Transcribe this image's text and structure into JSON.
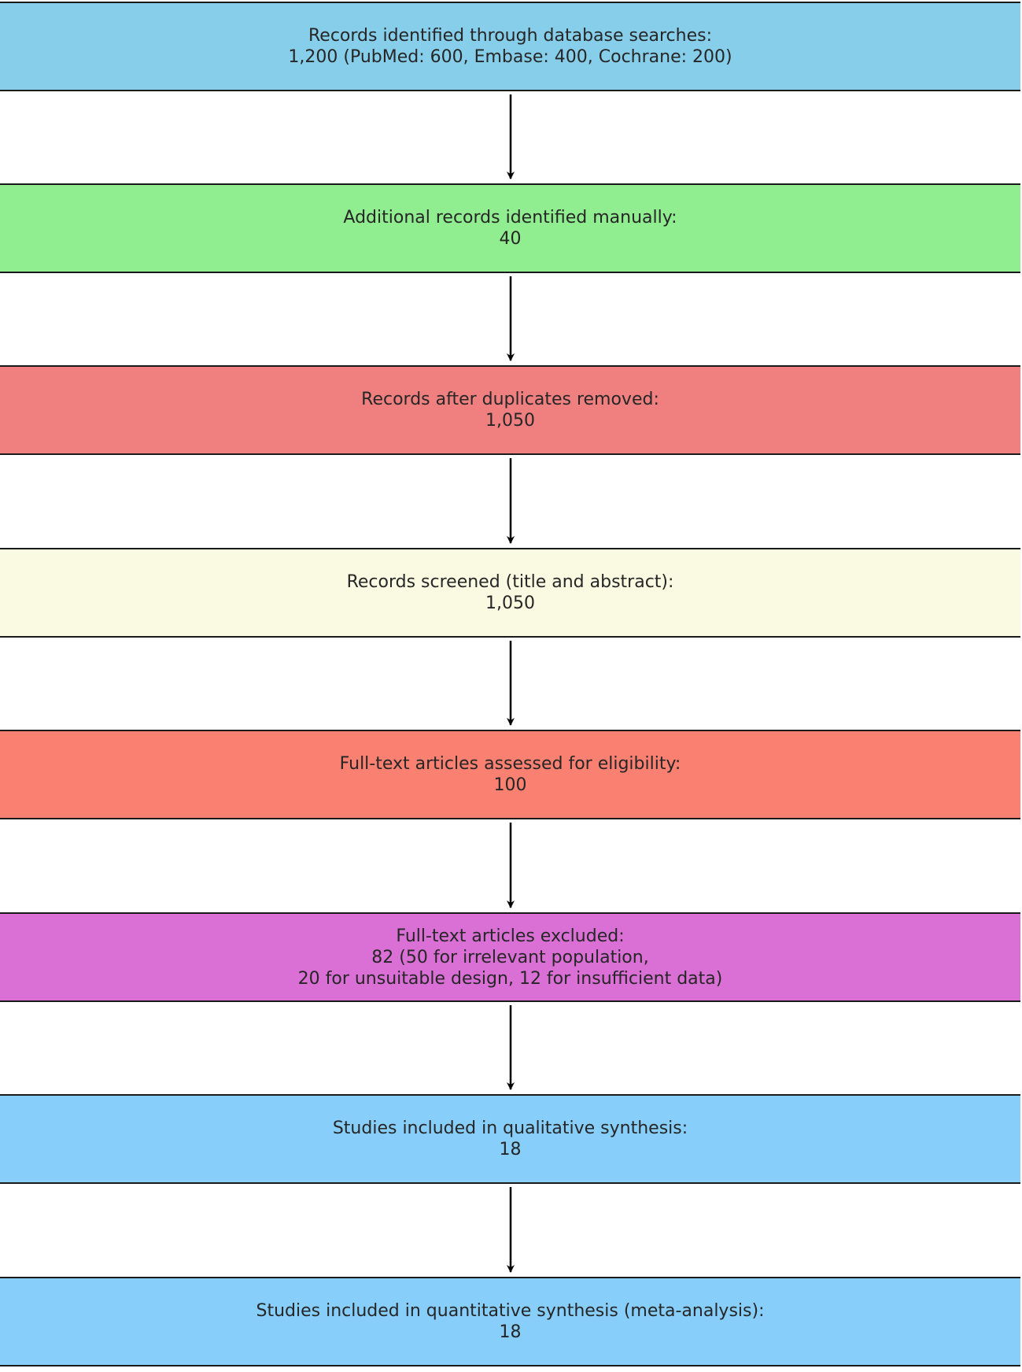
{
  "boxes": [
    {
      "id": "database-searches",
      "color": "#87ceeb",
      "lines": [
        "Records identified through database searches:",
        "1,200 (PubMed: 600, Embase: 400, Cochrane: 200)"
      ]
    },
    {
      "id": "manual-records",
      "color": "#90ee90",
      "lines": [
        "Additional records identified manually:",
        "40"
      ]
    },
    {
      "id": "duplicates-removed",
      "color": "#f08080",
      "lines": [
        "Records after duplicates removed:",
        "1,050"
      ]
    },
    {
      "id": "records-screened",
      "color": "#fafae2",
      "lines": [
        "Records screened (title and abstract):",
        "1,050"
      ]
    },
    {
      "id": "full-text-assessed",
      "color": "#fa8072",
      "lines": [
        "Full-text articles assessed for eligibility:",
        "100"
      ]
    },
    {
      "id": "full-text-excluded",
      "color": "#da70d6",
      "lines": [
        "Full-text articles excluded:",
        "82 (50 for irrelevant population,",
        "20 for unsuitable design, 12 for insufficient data)"
      ]
    },
    {
      "id": "qualitative-synthesis",
      "color": "#87cefa",
      "lines": [
        "Studies included in qualitative synthesis:",
        "18"
      ]
    },
    {
      "id": "quantitative-synthesis",
      "color": "#87cefa",
      "lines": [
        "Studies included in quantitative synthesis (meta-analysis):",
        "18"
      ]
    }
  ]
}
